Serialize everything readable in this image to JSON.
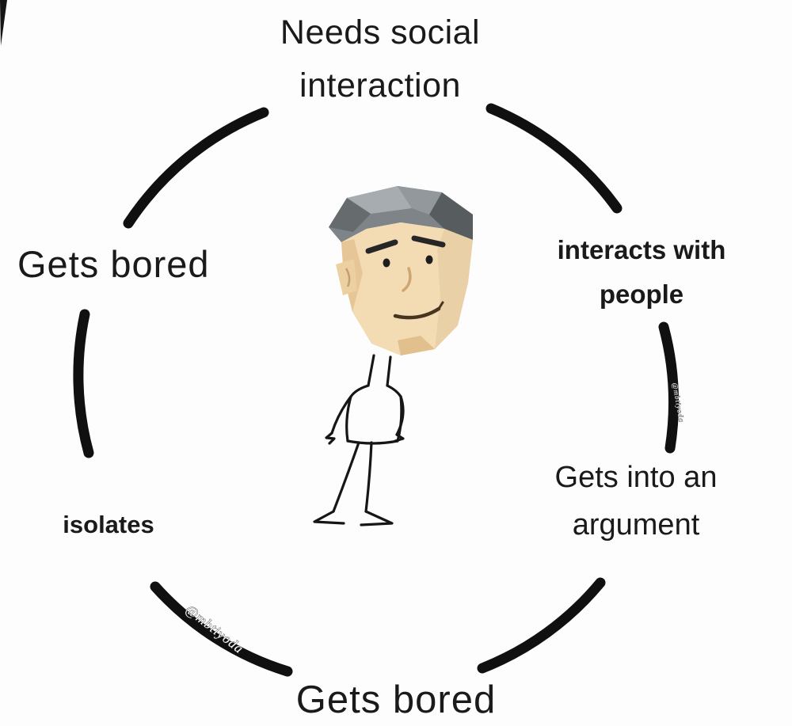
{
  "page": {
    "background": "#fdfdfd",
    "colors": {
      "arc": "#101010",
      "text": "#1a1a1a",
      "face": "#f3dcb4",
      "hair": "#7e8487"
    }
  },
  "cycle": {
    "top": {
      "line1": "Needs social",
      "line2": "interaction"
    },
    "left_upper": {
      "line1": "Gets bored"
    },
    "right_upper": {
      "line1": "interacts with",
      "line2": "people"
    },
    "right_lower": {
      "line1": "Gets into an",
      "line2": "argument"
    },
    "left_lower": {
      "line1": "isolates"
    },
    "bottom": {
      "line1": "Gets bored"
    }
  },
  "watermark": {
    "text": "@mbtiyoda"
  },
  "illustration": {
    "description": "cartoon man with gray angular hair, cream faceted face, smirking, thin sketched stick body"
  }
}
